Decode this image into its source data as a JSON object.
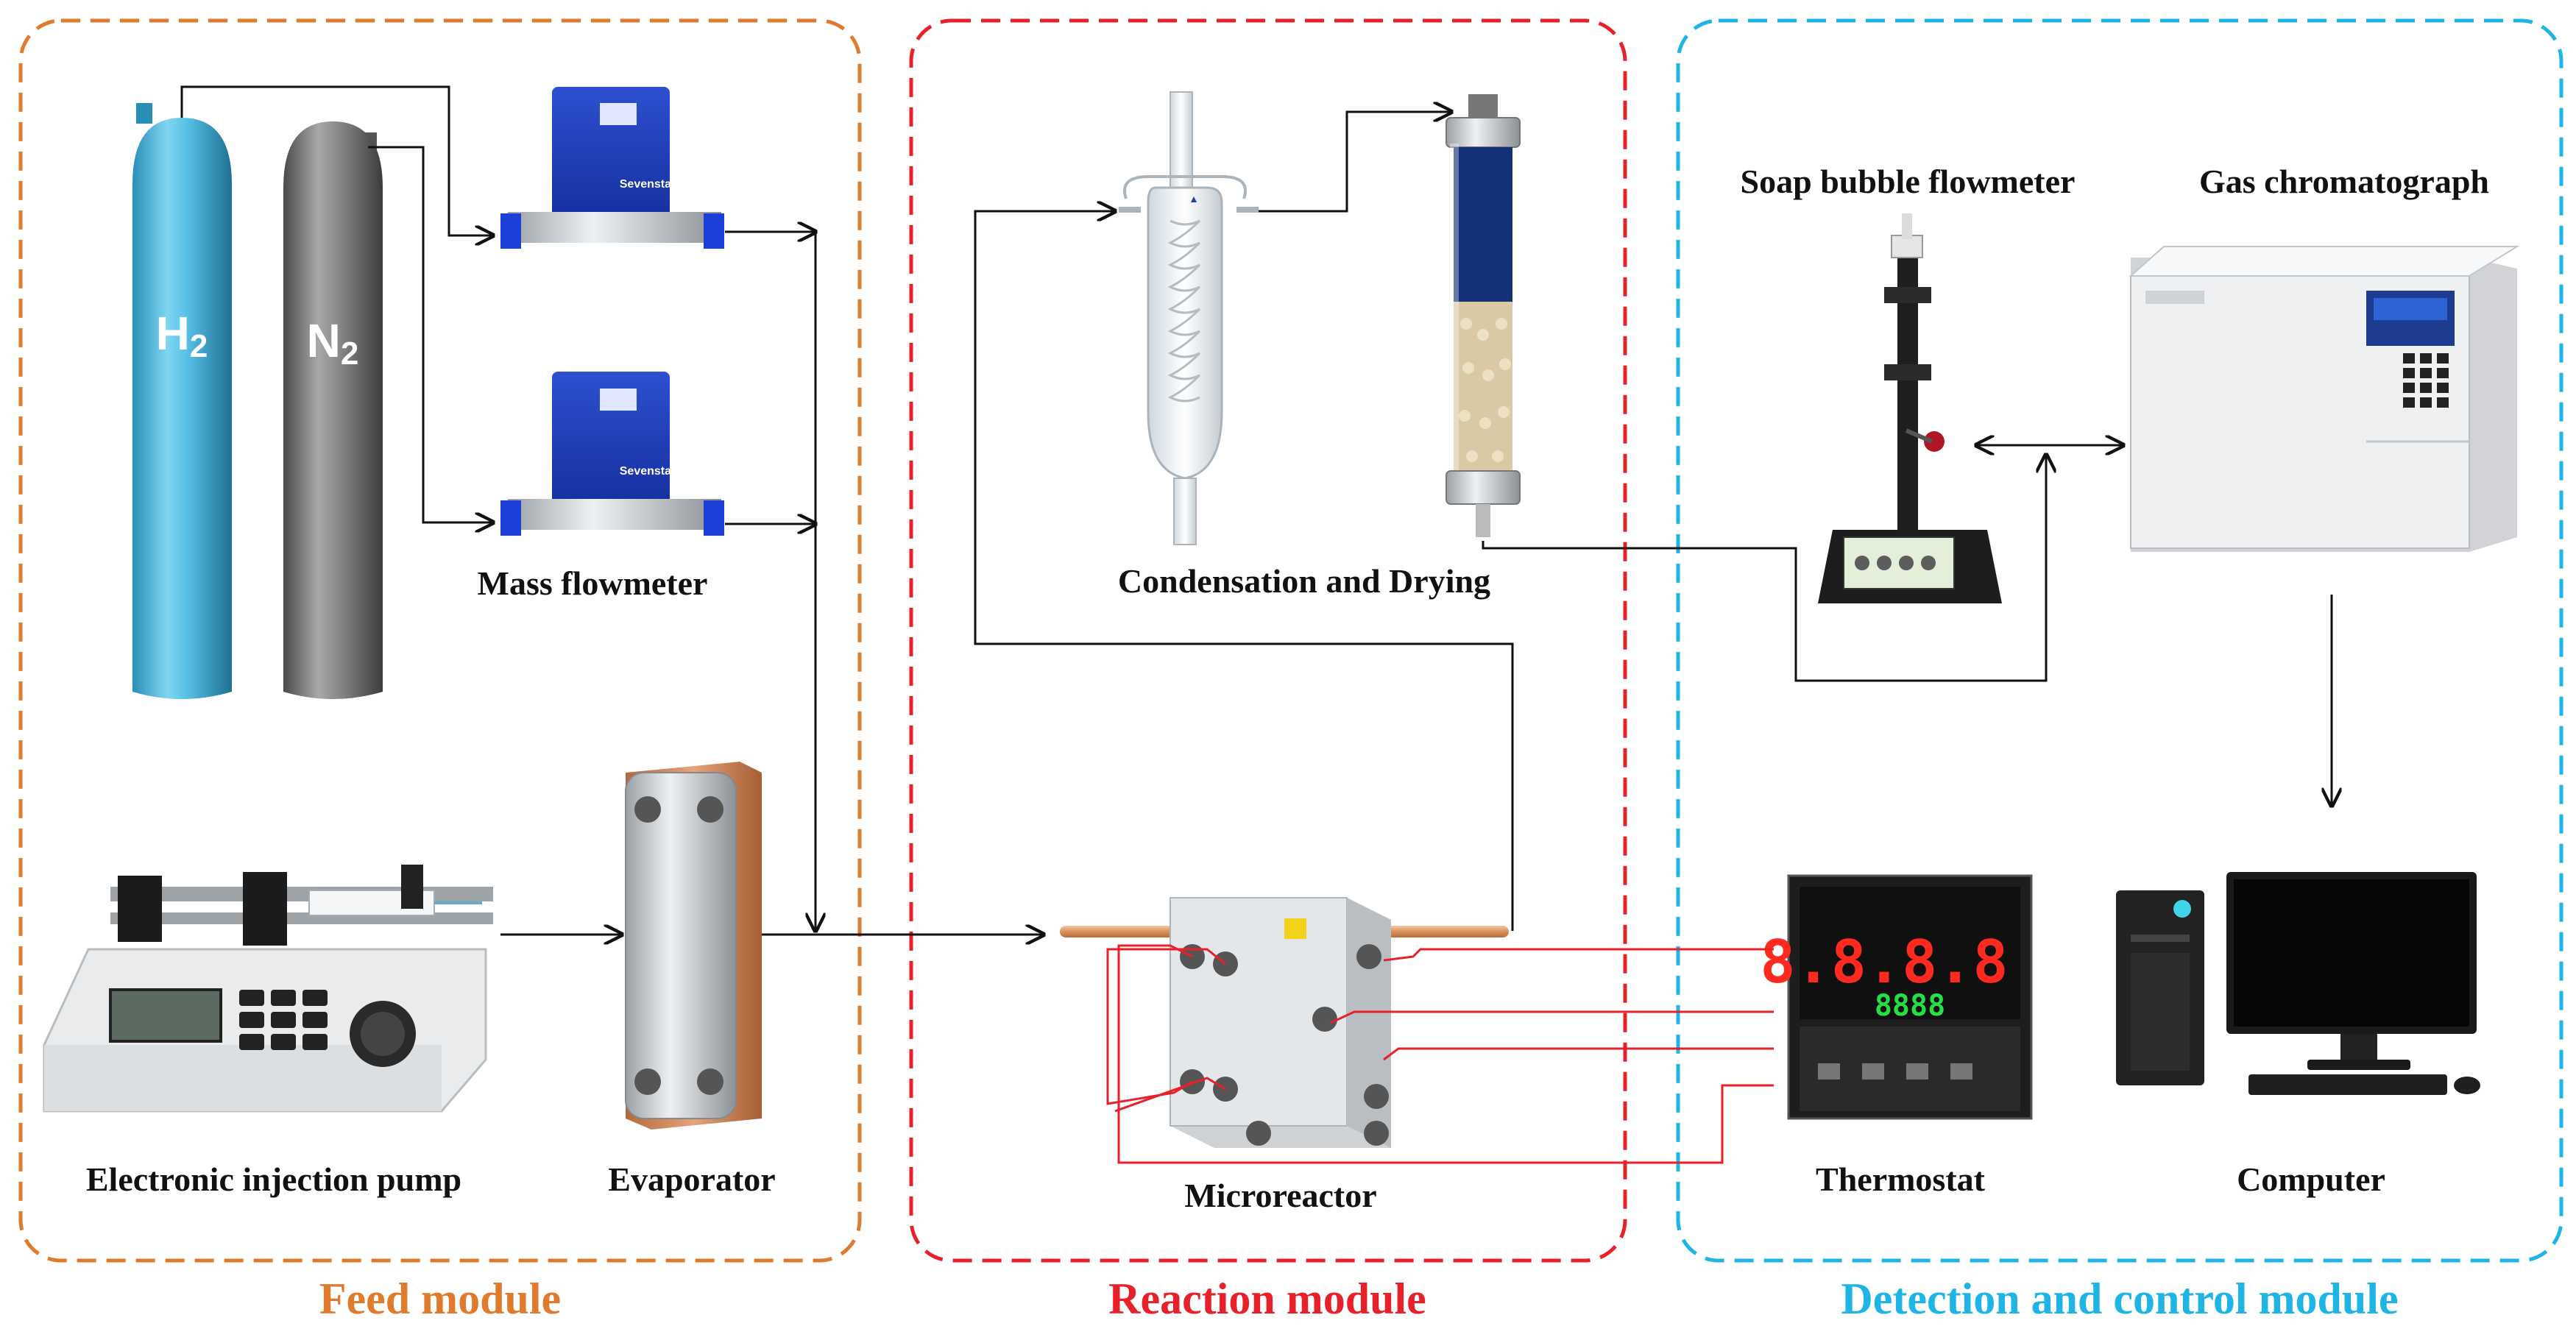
{
  "modules": {
    "feed": {
      "label": "Feed module",
      "color": "#e07a2c"
    },
    "reaction": {
      "label": "Reaction module",
      "color": "#e8202a"
    },
    "detection": {
      "label": "Detection and control module",
      "color": "#1fb4e6"
    }
  },
  "cylinders": {
    "h2": "H",
    "h2_sub": "2",
    "n2": "N",
    "n2_sub": "2"
  },
  "labels": {
    "mass_flowmeter": "Mass flowmeter",
    "injection_pump": "Electronic injection pump",
    "evaporator": "Evaporator",
    "condensation": "Condensation and Drying",
    "microreactor": "Microreactor",
    "soap_bubble": "Soap bubble flowmeter",
    "gas_chromatograph": "Gas chromatograph",
    "thermostat": "Thermostat",
    "computer": "Computer"
  },
  "device_text": {
    "mfc_brand": "Sevenstar",
    "thermostat_pv": "8.8.8.8",
    "thermostat_sv": "8888"
  },
  "icons": [
    "h2-cylinder-icon",
    "n2-cylinder-icon",
    "mass-flow-controller-icon",
    "syringe-pump-icon",
    "plate-evaporator-icon",
    "condenser-icon",
    "drying-column-icon",
    "microreactor-icon",
    "soap-bubble-flowmeter-icon",
    "gas-chromatograph-icon",
    "thermostat-icon",
    "computer-icon"
  ]
}
